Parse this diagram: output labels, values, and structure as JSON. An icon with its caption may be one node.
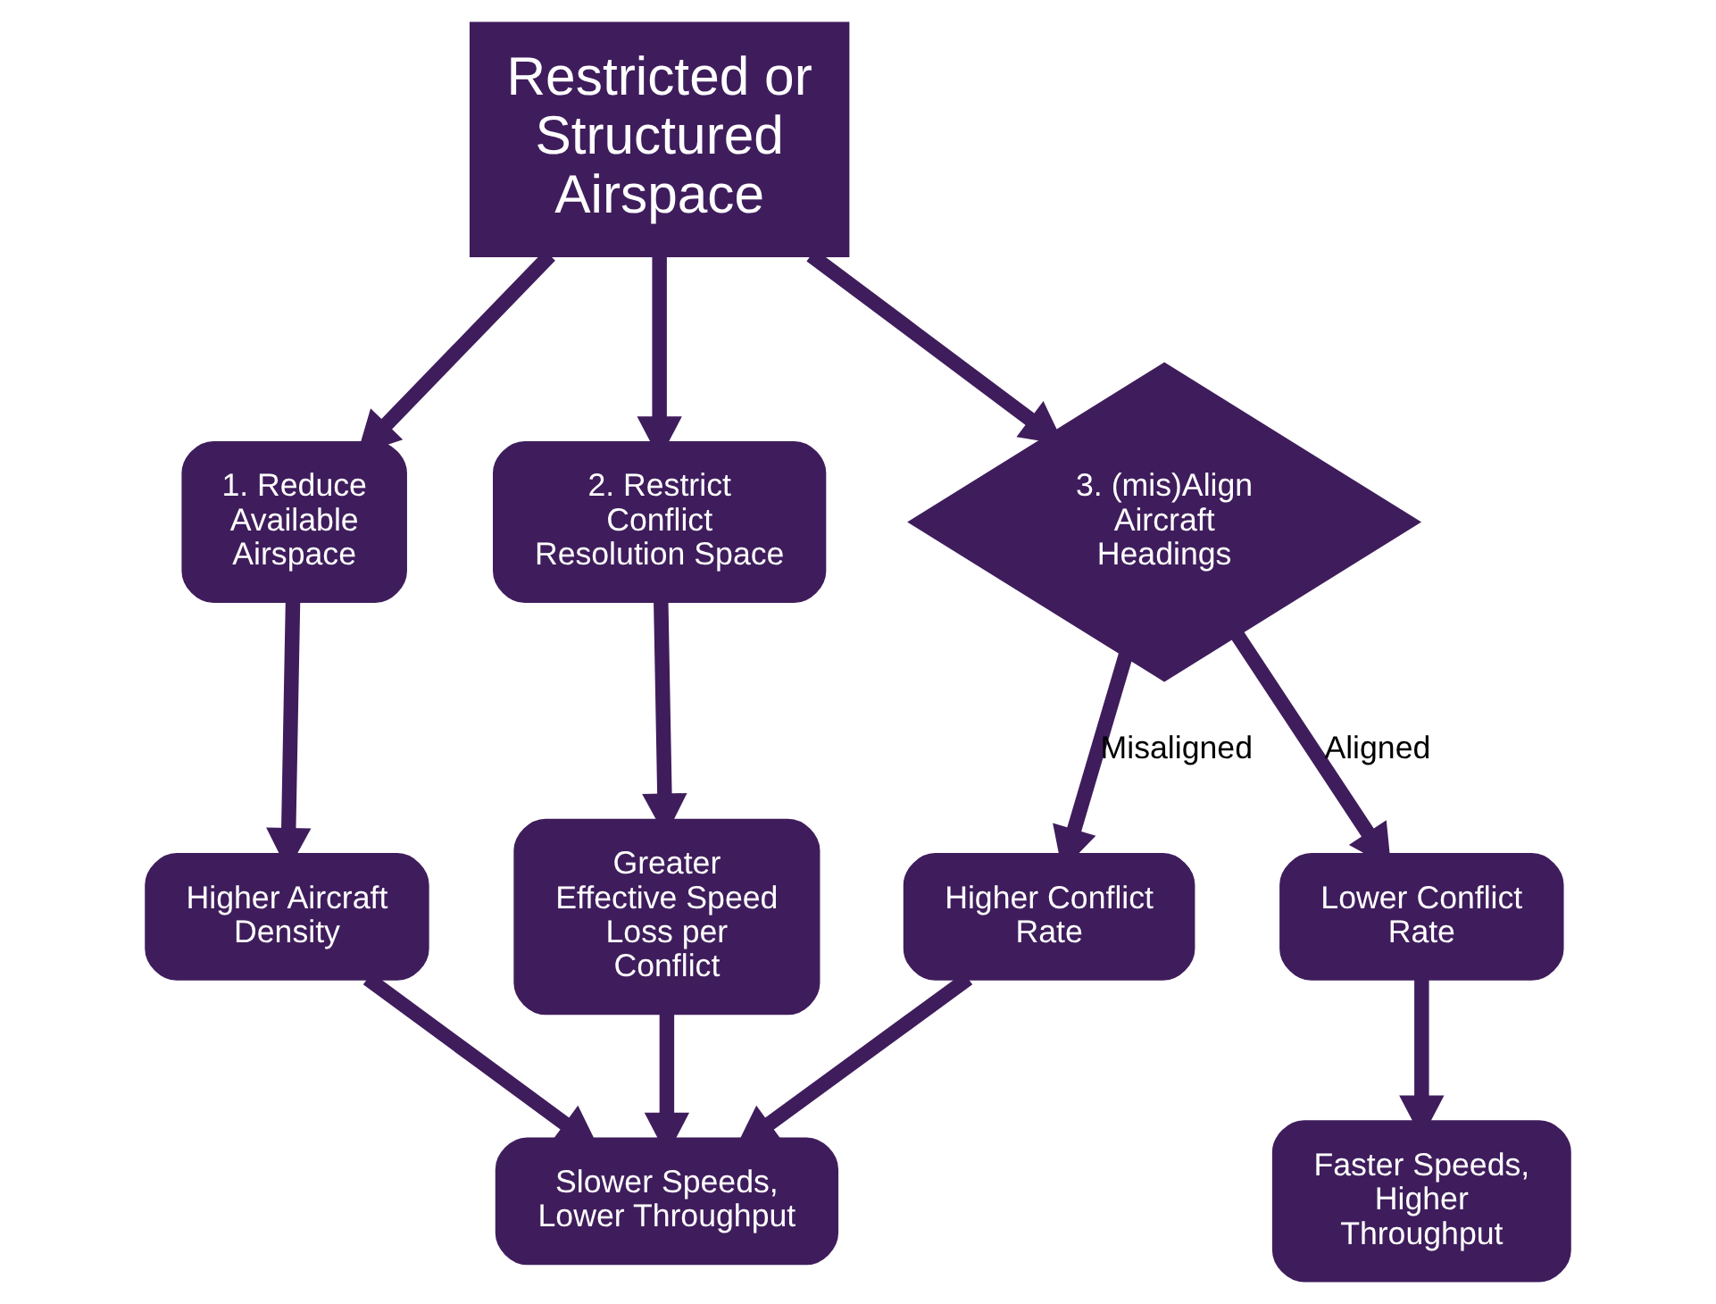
{
  "diagram": {
    "nodes": [
      {
        "text": [
          "Restricted or Structured Airspace"
        ]
      },
      {
        "text": [
          "1. Reduce Available Airspace"
        ]
      },
      {
        "text": [
          "2. Restrict Conflict Resolution Space"
        ]
      },
      {
        "text": [
          "3. (mis)Align Aircraft Headings"
        ]
      },
      {
        "text": [
          "Higher Aircraft Density"
        ]
      },
      {
        "text": [
          "Greater Effective Speed Loss per Conflict"
        ]
      },
      {
        "text": [
          "Higher Conflict Rate"
        ]
      },
      {
        "text": [
          "Lower Conflict Rate"
        ]
      },
      {
        "text": [
          "Slower Speeds, Lower Throughput"
        ]
      },
      {
        "text": [
          "Faster Speeds, Higher Throughput"
        ]
      }
    ],
    "edges": [
      {
        "from": 0,
        "to": 1,
        "arrow": "to"
      },
      {
        "from": 0,
        "to": 2,
        "arrow": "to"
      },
      {
        "from": 0,
        "to": 3,
        "arrow": "to"
      },
      {
        "from": 1,
        "to": 4,
        "arrow": "to"
      },
      {
        "from": 2,
        "to": 5,
        "arrow": "to"
      },
      {
        "from": 3,
        "to": 6,
        "arrow": "to",
        "label": "Misaligned"
      },
      {
        "from": 3,
        "to": 7,
        "arrow": "to",
        "label": "Aligned"
      },
      {
        "from": 4,
        "to": 8,
        "arrow": "to"
      },
      {
        "from": 5,
        "to": 8,
        "arrow": "to"
      },
      {
        "from": 6,
        "to": 8,
        "arrow": "to"
      },
      {
        "from": 7,
        "to": 9,
        "arrow": "to"
      }
    ]
  }
}
